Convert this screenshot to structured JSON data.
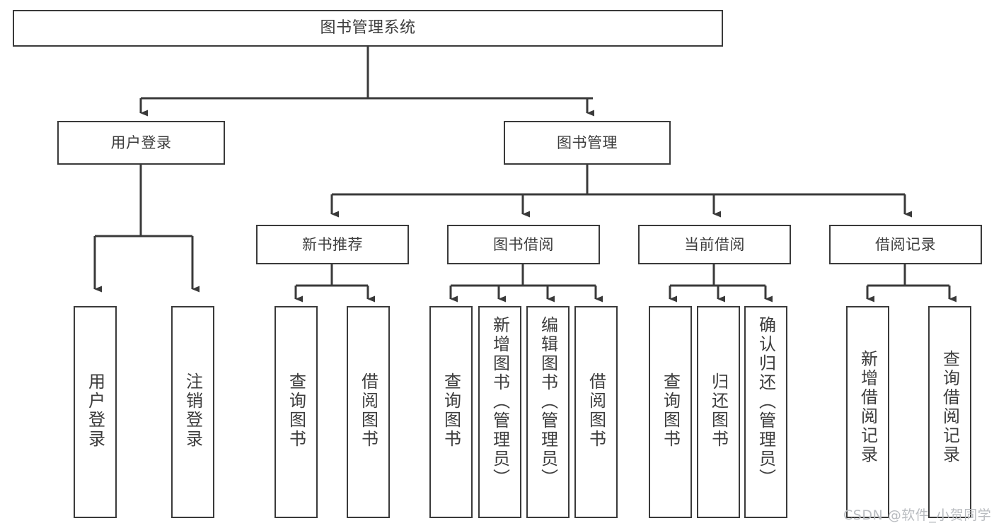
{
  "diagram": {
    "title": "图书管理系统",
    "type": "tree-hierarchy-chart",
    "watermark": "CSDN @软件_小贺同学",
    "line_color": "#3a3a3a",
    "box_fill": "#ffffff",
    "text_color": "#3d3d3d",
    "watermark_color": "#b9bcc0"
  },
  "nodes": {
    "root": {
      "label": "图书管理系统"
    },
    "level2": [
      {
        "label": "用户登录"
      },
      {
        "label": "图书管理"
      }
    ],
    "level3": [
      {
        "label": "新书推荐"
      },
      {
        "label": "图书借阅"
      },
      {
        "label": "当前借阅"
      },
      {
        "label": "借阅记录"
      }
    ],
    "leaves": {
      "user_login": [
        {
          "label": "用户登录"
        },
        {
          "label": "注销登录"
        }
      ],
      "new_book_recommend": [
        {
          "label": "查询图书"
        },
        {
          "label": "借阅图书"
        }
      ],
      "book_borrow": [
        {
          "label": "查询图书"
        },
        {
          "label": "新增图书（管理员）"
        },
        {
          "label": "编辑图书（管理员）"
        },
        {
          "label": "借阅图书"
        }
      ],
      "current_borrow": [
        {
          "label": "查询图书"
        },
        {
          "label": "归还图书"
        },
        {
          "label": "确认归还（管理员）"
        }
      ],
      "borrow_record": [
        {
          "label": "新增借阅记录"
        },
        {
          "label": "查询借阅记录"
        }
      ]
    }
  }
}
